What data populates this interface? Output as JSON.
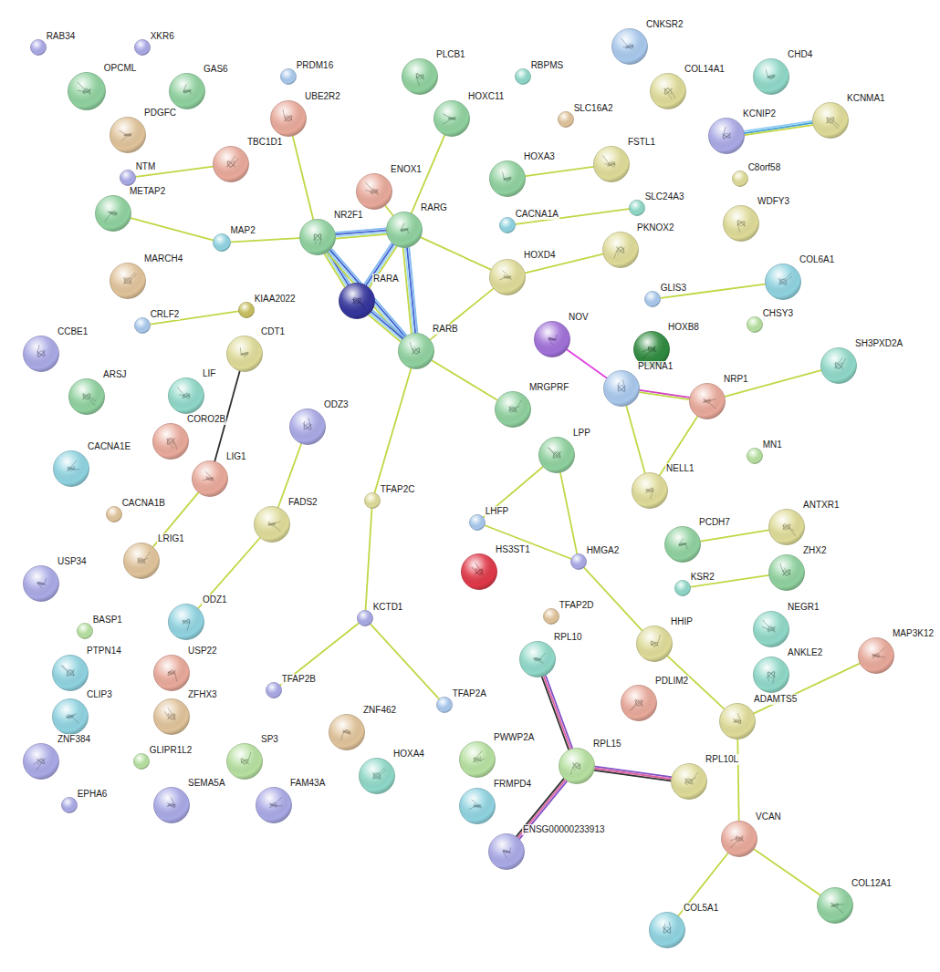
{
  "diagram": {
    "nodes": [
      {
        "text": [
          "RAB34"
        ]
      },
      {
        "text": [
          "XKR6"
        ]
      },
      {
        "text": [
          "OPCML"
        ]
      },
      {
        "text": [
          "GAS6"
        ]
      },
      {
        "text": [
          "PRDM16"
        ]
      },
      {
        "text": [
          "UBE2R2"
        ]
      },
      {
        "text": [
          "PDGFC"
        ]
      },
      {
        "text": [
          "NTM"
        ]
      },
      {
        "text": [
          "TBC1D1"
        ]
      },
      {
        "text": [
          "METAP2"
        ]
      },
      {
        "text": [
          "MAP2"
        ]
      },
      {
        "text": [
          "MARCH4"
        ]
      },
      {
        "text": [
          "CRLF2"
        ]
      },
      {
        "text": [
          "KIAA2022"
        ]
      },
      {
        "text": [
          "CCBE1"
        ]
      },
      {
        "text": [
          "ARSJ"
        ]
      },
      {
        "text": [
          "CDT1"
        ]
      },
      {
        "text": [
          "LIF"
        ]
      },
      {
        "text": [
          "CORO2B"
        ]
      },
      {
        "text": [
          "CACNA1E"
        ]
      },
      {
        "text": [
          "LIG1"
        ]
      },
      {
        "text": [
          "CACNA1B"
        ]
      },
      {
        "text": [
          "LRIG1"
        ]
      },
      {
        "text": [
          "USP34"
        ]
      },
      {
        "text": [
          "BASP1"
        ]
      },
      {
        "text": [
          "ODZ3"
        ]
      },
      {
        "text": [
          "FADS2"
        ]
      },
      {
        "text": [
          "ODZ1"
        ]
      },
      {
        "text": [
          "PTPN14"
        ]
      },
      {
        "text": [
          "USP22"
        ]
      },
      {
        "text": [
          "CLIP3"
        ]
      },
      {
        "text": [
          "ZFHX3"
        ]
      },
      {
        "text": [
          "ZNF384"
        ]
      },
      {
        "text": [
          "GLIPR1L2"
        ]
      },
      {
        "text": [
          "SP3"
        ]
      },
      {
        "text": [
          "EPHA6"
        ]
      },
      {
        "text": [
          "SEMA5A"
        ]
      },
      {
        "text": [
          "FAM43A"
        ]
      },
      {
        "text": [
          "NR2F1"
        ]
      },
      {
        "text": [
          "ENOX1"
        ]
      },
      {
        "text": [
          "RARG"
        ]
      },
      {
        "text": [
          "RARA"
        ]
      },
      {
        "text": [
          "RARB"
        ]
      },
      {
        "text": [
          "TFAP2C"
        ]
      },
      {
        "text": [
          "KCTD1"
        ]
      },
      {
        "text": [
          "TFAP2B"
        ]
      },
      {
        "text": [
          "TFAP2A"
        ]
      },
      {
        "text": [
          "ZNF462"
        ]
      },
      {
        "text": [
          "HOXA4"
        ]
      },
      {
        "text": [
          "PLCB1"
        ]
      },
      {
        "text": [
          "HOXC11"
        ]
      },
      {
        "text": [
          "RBPMS"
        ]
      },
      {
        "text": [
          "SLC16A2"
        ]
      },
      {
        "text": [
          "HOXA3"
        ]
      },
      {
        "text": [
          "FSTL1"
        ]
      },
      {
        "text": [
          "CACNA1A"
        ]
      },
      {
        "text": [
          "SLC24A3"
        ]
      },
      {
        "text": [
          "HOXD4"
        ]
      },
      {
        "text": [
          "PKNOX2"
        ]
      },
      {
        "text": [
          "MRGPRF"
        ]
      },
      {
        "text": [
          "NOV"
        ]
      },
      {
        "text": [
          "HOXB8"
        ]
      },
      {
        "text": [
          "PLXNA1"
        ]
      },
      {
        "text": [
          "NRP1"
        ]
      },
      {
        "text": [
          "NELL1"
        ]
      },
      {
        "text": [
          "LPP"
        ]
      },
      {
        "text": [
          "LHFP"
        ]
      },
      {
        "text": [
          "HMGA2"
        ]
      },
      {
        "text": [
          "HS3ST1"
        ]
      },
      {
        "text": [
          "TFAP2D"
        ]
      },
      {
        "text": [
          "RPL10"
        ]
      },
      {
        "text": [
          "HHIP"
        ]
      },
      {
        "text": [
          "PDLIM2"
        ]
      },
      {
        "text": [
          "ADAMTS5"
        ]
      },
      {
        "text": [
          "MAP3K12"
        ]
      },
      {
        "text": [
          "ANKLE2"
        ]
      },
      {
        "text": [
          "NEGR1"
        ]
      },
      {
        "text": [
          "PCDH7"
        ]
      },
      {
        "text": [
          "ANTXR1"
        ]
      },
      {
        "text": [
          "ZHX2"
        ]
      },
      {
        "text": [
          "KSR2"
        ]
      },
      {
        "text": [
          "MN1"
        ]
      },
      {
        "text": [
          "SH3PXD2A"
        ]
      },
      {
        "text": [
          "CHSY3"
        ]
      },
      {
        "text": [
          "GLIS3"
        ]
      },
      {
        "text": [
          "COL6A1"
        ]
      },
      {
        "text": [
          "WDFY3"
        ]
      },
      {
        "text": [
          "C8orf58"
        ]
      },
      {
        "text": [
          "KCNIP2"
        ]
      },
      {
        "text": [
          "KCNMA1"
        ]
      },
      {
        "text": [
          "CHD4"
        ]
      },
      {
        "text": [
          "CNKSR2"
        ]
      },
      {
        "text": [
          "COL14A1"
        ]
      },
      {
        "text": [
          "PWWP2A"
        ]
      },
      {
        "text": [
          "FRMPD4"
        ]
      },
      {
        "text": [
          "RPL15"
        ]
      },
      {
        "text": [
          "RPL10L"
        ]
      },
      {
        "text": [
          "ENSG00000233913"
        ]
      },
      {
        "text": [
          "VCAN"
        ]
      },
      {
        "text": [
          "COL5A1"
        ]
      },
      {
        "text": [
          "COL12A1"
        ]
      }
    ],
    "edges": [
      {
        "from": 5,
        "to": 38,
        "arrow": "none"
      },
      {
        "from": 7,
        "to": 8,
        "arrow": "none"
      },
      {
        "from": 9,
        "to": 10,
        "arrow": "none"
      },
      {
        "from": 10,
        "to": 38,
        "arrow": "none"
      },
      {
        "from": 12,
        "to": 13,
        "arrow": "none"
      },
      {
        "from": 16,
        "to": 20,
        "arrow": "none"
      },
      {
        "from": 20,
        "to": 22,
        "arrow": "none"
      },
      {
        "from": 25,
        "to": 26,
        "arrow": "none"
      },
      {
        "from": 26,
        "to": 27,
        "arrow": "none"
      },
      {
        "from": 38,
        "to": 40,
        "arrow": "none"
      },
      {
        "from": 38,
        "to": 41,
        "arrow": "none"
      },
      {
        "from": 38,
        "to": 42,
        "arrow": "none"
      },
      {
        "from": 41,
        "to": 40,
        "arrow": "none"
      },
      {
        "from": 41,
        "to": 42,
        "arrow": "none"
      },
      {
        "from": 40,
        "to": 42,
        "arrow": "none"
      },
      {
        "from": 39,
        "to": 40,
        "arrow": "none"
      },
      {
        "from": 50,
        "to": 40,
        "arrow": "none"
      },
      {
        "from": 40,
        "to": 57,
        "arrow": "none"
      },
      {
        "from": 42,
        "to": 57,
        "arrow": "none"
      },
      {
        "from": 57,
        "to": 58,
        "arrow": "none"
      },
      {
        "from": 42,
        "to": 59,
        "arrow": "none"
      },
      {
        "from": 42,
        "to": 43,
        "arrow": "none"
      },
      {
        "from": 43,
        "to": 44,
        "arrow": "none"
      },
      {
        "from": 44,
        "to": 45,
        "arrow": "none"
      },
      {
        "from": 44,
        "to": 46,
        "arrow": "none"
      },
      {
        "from": 53,
        "to": 54,
        "arrow": "none"
      },
      {
        "from": 55,
        "to": 56,
        "arrow": "none"
      },
      {
        "from": 84,
        "to": 85,
        "arrow": "none"
      },
      {
        "from": 60,
        "to": 62,
        "arrow": "none"
      },
      {
        "from": 62,
        "to": 63,
        "arrow": "none"
      },
      {
        "from": 62,
        "to": 64,
        "arrow": "none"
      },
      {
        "from": 63,
        "to": 64,
        "arrow": "none"
      },
      {
        "from": 63,
        "to": 82,
        "arrow": "none"
      },
      {
        "from": 65,
        "to": 66,
        "arrow": "none"
      },
      {
        "from": 65,
        "to": 67,
        "arrow": "none"
      },
      {
        "from": 66,
        "to": 67,
        "arrow": "none"
      },
      {
        "from": 67,
        "to": 71,
        "arrow": "none"
      },
      {
        "from": 71,
        "to": 73,
        "arrow": "none"
      },
      {
        "from": 73,
        "to": 74,
        "arrow": "none"
      },
      {
        "from": 73,
        "to": 98,
        "arrow": "none"
      },
      {
        "from": 98,
        "to": 99,
        "arrow": "none"
      },
      {
        "from": 98,
        "to": 100,
        "arrow": "none"
      },
      {
        "from": 77,
        "to": 78,
        "arrow": "none"
      },
      {
        "from": 80,
        "to": 79,
        "arrow": "none"
      },
      {
        "from": 88,
        "to": 89,
        "arrow": "none"
      },
      {
        "from": 70,
        "to": 95,
        "arrow": "none"
      },
      {
        "from": 95,
        "to": 96,
        "arrow": "none"
      },
      {
        "from": 95,
        "to": 97,
        "arrow": "none"
      }
    ]
  }
}
